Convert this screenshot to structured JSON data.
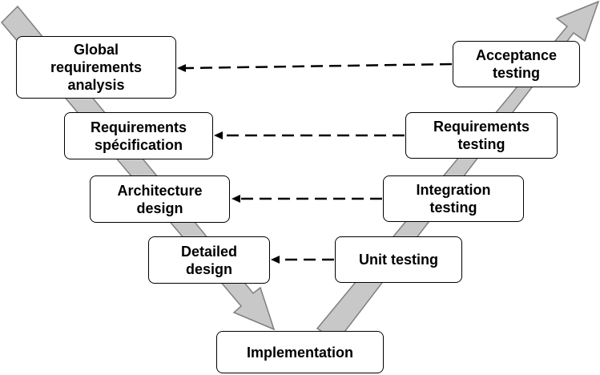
{
  "colors": {
    "arrow_fill": "#c8c8c8",
    "arrow_stroke": "#7f7f7f",
    "box_border": "#000000",
    "box_fill": "#ffffff",
    "connector": "#000000"
  },
  "left_phases": [
    {
      "id": "global-requirements-analysis",
      "label": "Global\nrequirements\nanalysis"
    },
    {
      "id": "requirements-specification",
      "label": "Requirements\nspécification"
    },
    {
      "id": "architecture-design",
      "label": "Architecture\ndesign"
    },
    {
      "id": "detailed-design",
      "label": "Detailed\ndesign"
    }
  ],
  "right_phases": [
    {
      "id": "acceptance-testing",
      "label": "Acceptance\ntesting"
    },
    {
      "id": "requirements-testing",
      "label": "Requirements\ntesting"
    },
    {
      "id": "integration-testing",
      "label": "Integration\ntesting"
    },
    {
      "id": "unit-testing",
      "label": "Unit testing"
    }
  ],
  "bottom_phase": {
    "id": "implementation",
    "label": "Implementation"
  },
  "links": [
    {
      "from": "acceptance-testing",
      "to": "global-requirements-analysis",
      "style": "dashed"
    },
    {
      "from": "requirements-testing",
      "to": "requirements-specification",
      "style": "dashed"
    },
    {
      "from": "integration-testing",
      "to": "architecture-design",
      "style": "dashed"
    },
    {
      "from": "unit-testing",
      "to": "detailed-design",
      "style": "dashed"
    }
  ]
}
